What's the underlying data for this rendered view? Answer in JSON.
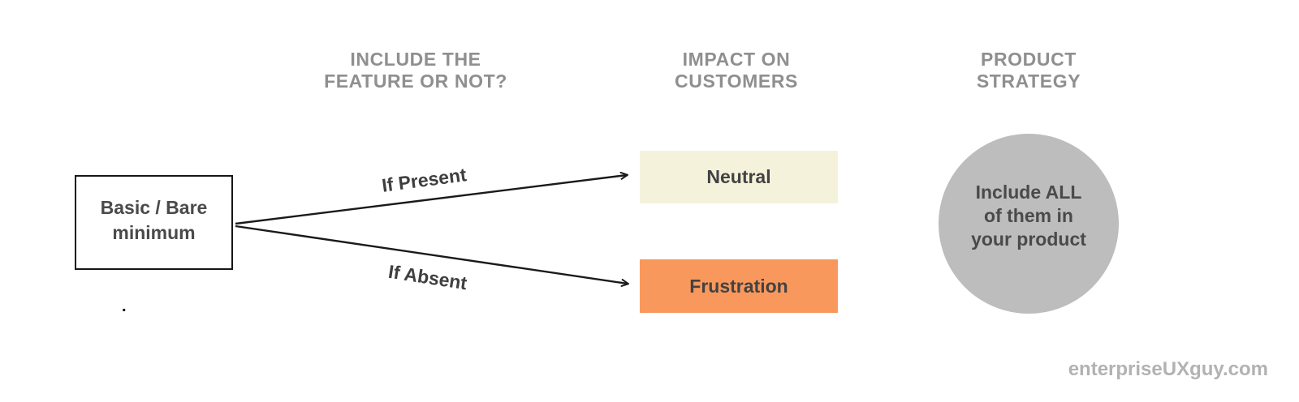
{
  "colors": {
    "background": "#ffffff",
    "header_text": "#8f8f8f",
    "dark_text": "#4a4a4a",
    "arrow_line": "#1a1a1a",
    "neutral_fill": "#f5f2dc",
    "frustration_fill": "#f9985c",
    "circle_fill": "#bdbdbd",
    "watermark_text": "#b2b2b2"
  },
  "headers": {
    "col1": "INCLUDE THE\nFEATURE OR NOT?",
    "col2": "IMPACT ON\nCUSTOMERS",
    "col3": "PRODUCT\nSTRATEGY"
  },
  "feature_node": {
    "label": "Basic / Bare\nminimum"
  },
  "branches": [
    {
      "condition": "If Present",
      "impact": "Neutral"
    },
    {
      "condition": "If Absent",
      "impact": "Frustration"
    }
  ],
  "strategy": {
    "label": "Include ALL\nof them in\nyour product"
  },
  "watermark": "enterpriseUXguy.com",
  "stray_dot": "."
}
